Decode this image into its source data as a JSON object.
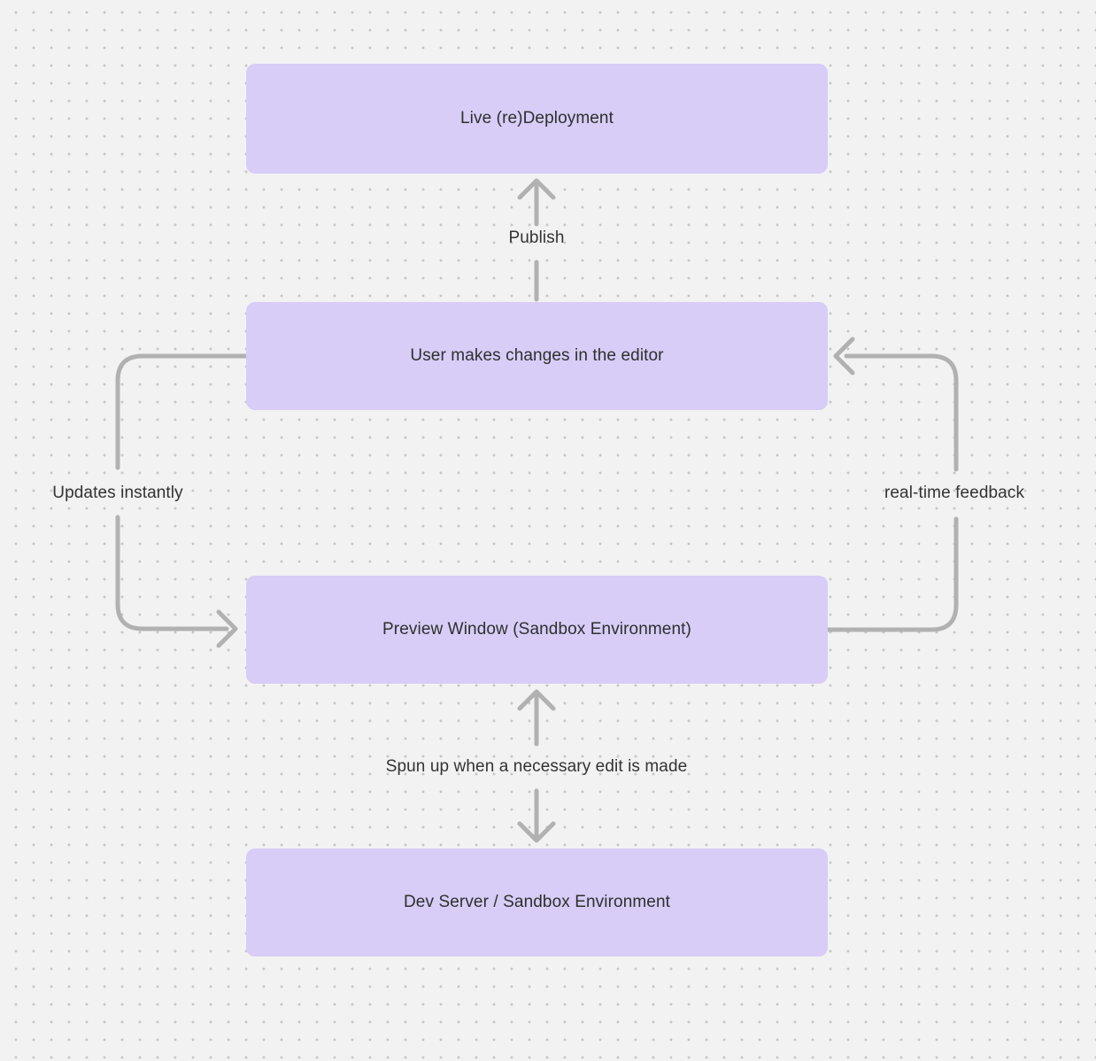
{
  "colors": {
    "canvas_background": "#f2f2f2",
    "grid_dot": "#c6c6c6",
    "node_fill": "#d7cdf6",
    "node_text": "#2f2f2f",
    "arrow_stroke": "#b1b1b1",
    "edge_label_text": "#333333"
  },
  "nodes": [
    {
      "id": "live-redeployment",
      "label": "Live (re)Deployment"
    },
    {
      "id": "editor-changes",
      "label": "User makes changes in the editor"
    },
    {
      "id": "preview-window",
      "label": "Preview Window (Sandbox Environment)"
    },
    {
      "id": "dev-server",
      "label": "Dev Server / Sandbox Environment"
    }
  ],
  "edges": [
    {
      "id": "publish",
      "label": "Publish",
      "from": "editor-changes",
      "to": "live-redeployment",
      "direction": "up"
    },
    {
      "id": "updates-instantly",
      "label": "Updates instantly",
      "from": "editor-changes",
      "to": "preview-window",
      "direction": "left-side-down"
    },
    {
      "id": "realtime-feedback",
      "label": "real-time feedback",
      "from": "preview-window",
      "to": "editor-changes",
      "direction": "right-side-up"
    },
    {
      "id": "sandbox-spinup",
      "label": "Spun up when a necessary edit is made",
      "from": "preview-window",
      "to": "dev-server",
      "direction": "both"
    }
  ]
}
